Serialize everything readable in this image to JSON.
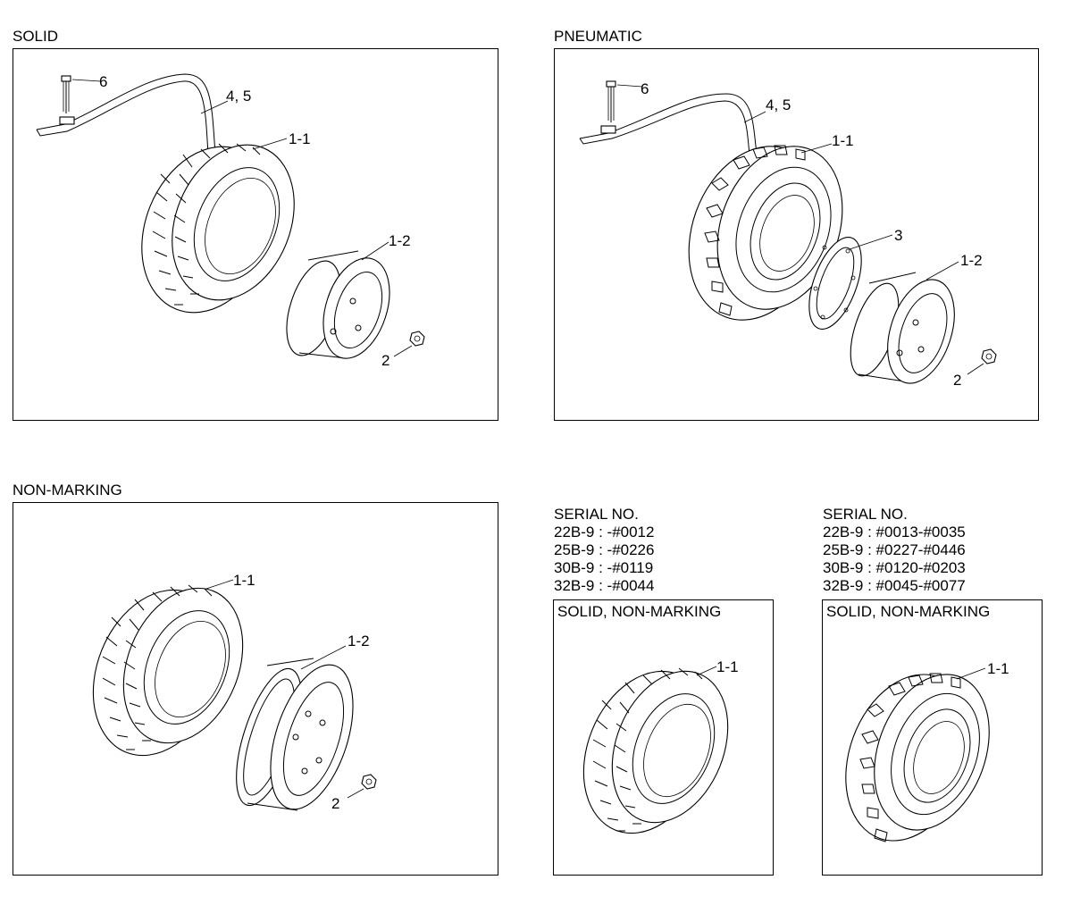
{
  "sections": {
    "solid": {
      "title": "SOLID",
      "callouts": [
        "6",
        "4, 5",
        "1-1",
        "1-2",
        "2"
      ]
    },
    "pneumatic": {
      "title": "PNEUMATIC",
      "callouts": [
        "6",
        "4, 5",
        "1-1",
        "3",
        "1-2",
        "2"
      ]
    },
    "non_marking": {
      "title": "NON-MARKING",
      "callouts": [
        "1-1",
        "1-2",
        "2"
      ]
    }
  },
  "serial_left": {
    "heading": "SERIAL NO.",
    "lines": [
      "22B-9 : -#0012",
      "25B-9 : -#0226",
      "30B-9 : -#0119",
      "32B-9 : -#0044"
    ],
    "panel_title": "SOLID, NON-MARKING",
    "callout": "1-1"
  },
  "serial_right": {
    "heading": "SERIAL NO.",
    "lines": [
      "22B-9 : #0013-#0035",
      "25B-9 : #0227-#0446",
      "30B-9 : #0120-#0203",
      "32B-9 : #0045-#0077"
    ],
    "panel_title": "SOLID, NON-MARKING",
    "callout": "1-1"
  }
}
